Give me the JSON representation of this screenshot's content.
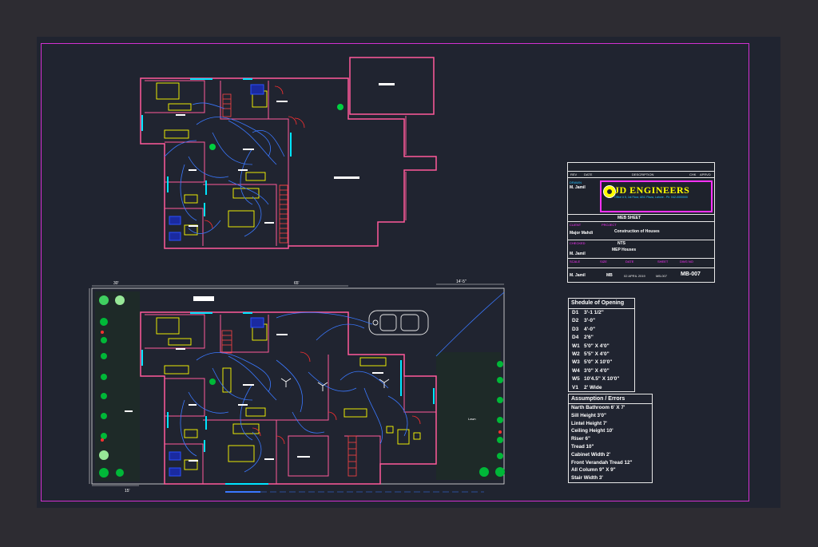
{
  "title_block": {
    "company": "JD ENGINEERS",
    "company_sub": "Office # 5, 1st Floor, ABC Plaza, Lahore - Ph: 042-0000000",
    "header_cols": [
      "REV",
      "DATE",
      "DESCRIPTION",
      "CHK",
      "APRVD"
    ],
    "drawn_by_label": "DRAWN",
    "drawn_by": "M. Jamil",
    "client_label": "CLIENT",
    "client": "Major Mahdi",
    "project_label": "PROJECT",
    "project": "Construction of Houses",
    "sub_title": "MEP Houses",
    "drawing_title": "MEB SHEET",
    "checked_label": "CHECKED",
    "checked": "M. Jamil",
    "approved": "M. Jamil",
    "scale_label": "SCALE",
    "scale": "NTS",
    "size_label": "SIZE",
    "size": "MB",
    "date_label": "DATE",
    "date": "02 APRIL 2019",
    "sheet_label": "SHEET",
    "sheet": "MB-007",
    "dwg_label": "DWG NO",
    "dwg_no": "MB-007"
  },
  "schedule": {
    "heading": "Shedule of Opening",
    "items": [
      {
        "key": "D1",
        "value": "3'-1 1/2\""
      },
      {
        "key": "D2",
        "value": "3'-0\""
      },
      {
        "key": "D3",
        "value": "4'-0\""
      },
      {
        "key": "D4",
        "value": "2'6\""
      },
      {
        "key": "W1",
        "value": "5'0\" X 4'0\""
      },
      {
        "key": "W2",
        "value": "5'5\" X 4'0\""
      },
      {
        "key": "W3",
        "value": "5'0\" X 10'0\""
      },
      {
        "key": "W4",
        "value": "3'0\" X 4'0\""
      },
      {
        "key": "W5",
        "value": "10'4.5\" X 10'0\""
      },
      {
        "key": "V1",
        "value": "2' Wide"
      }
    ]
  },
  "assumptions": {
    "heading": "Assumption / Errors",
    "items": [
      "Narth Bathroom 6' X 7'",
      "Sill Height 3'0\"",
      "Lintel Height 7'",
      "Ceiling Height 10'",
      "Riser 6\"",
      "Tread 10\"",
      "Cabinet Width 2'",
      "Front Verandah Tread 12\"",
      "All Column 9\" X 9\"",
      "Stair Width 3'"
    ]
  },
  "dims": {
    "left": "30'",
    "middle": "65'",
    "right": "14'-5\"",
    "bottom": "15'"
  },
  "labels": {
    "lawn": "Lawn"
  }
}
